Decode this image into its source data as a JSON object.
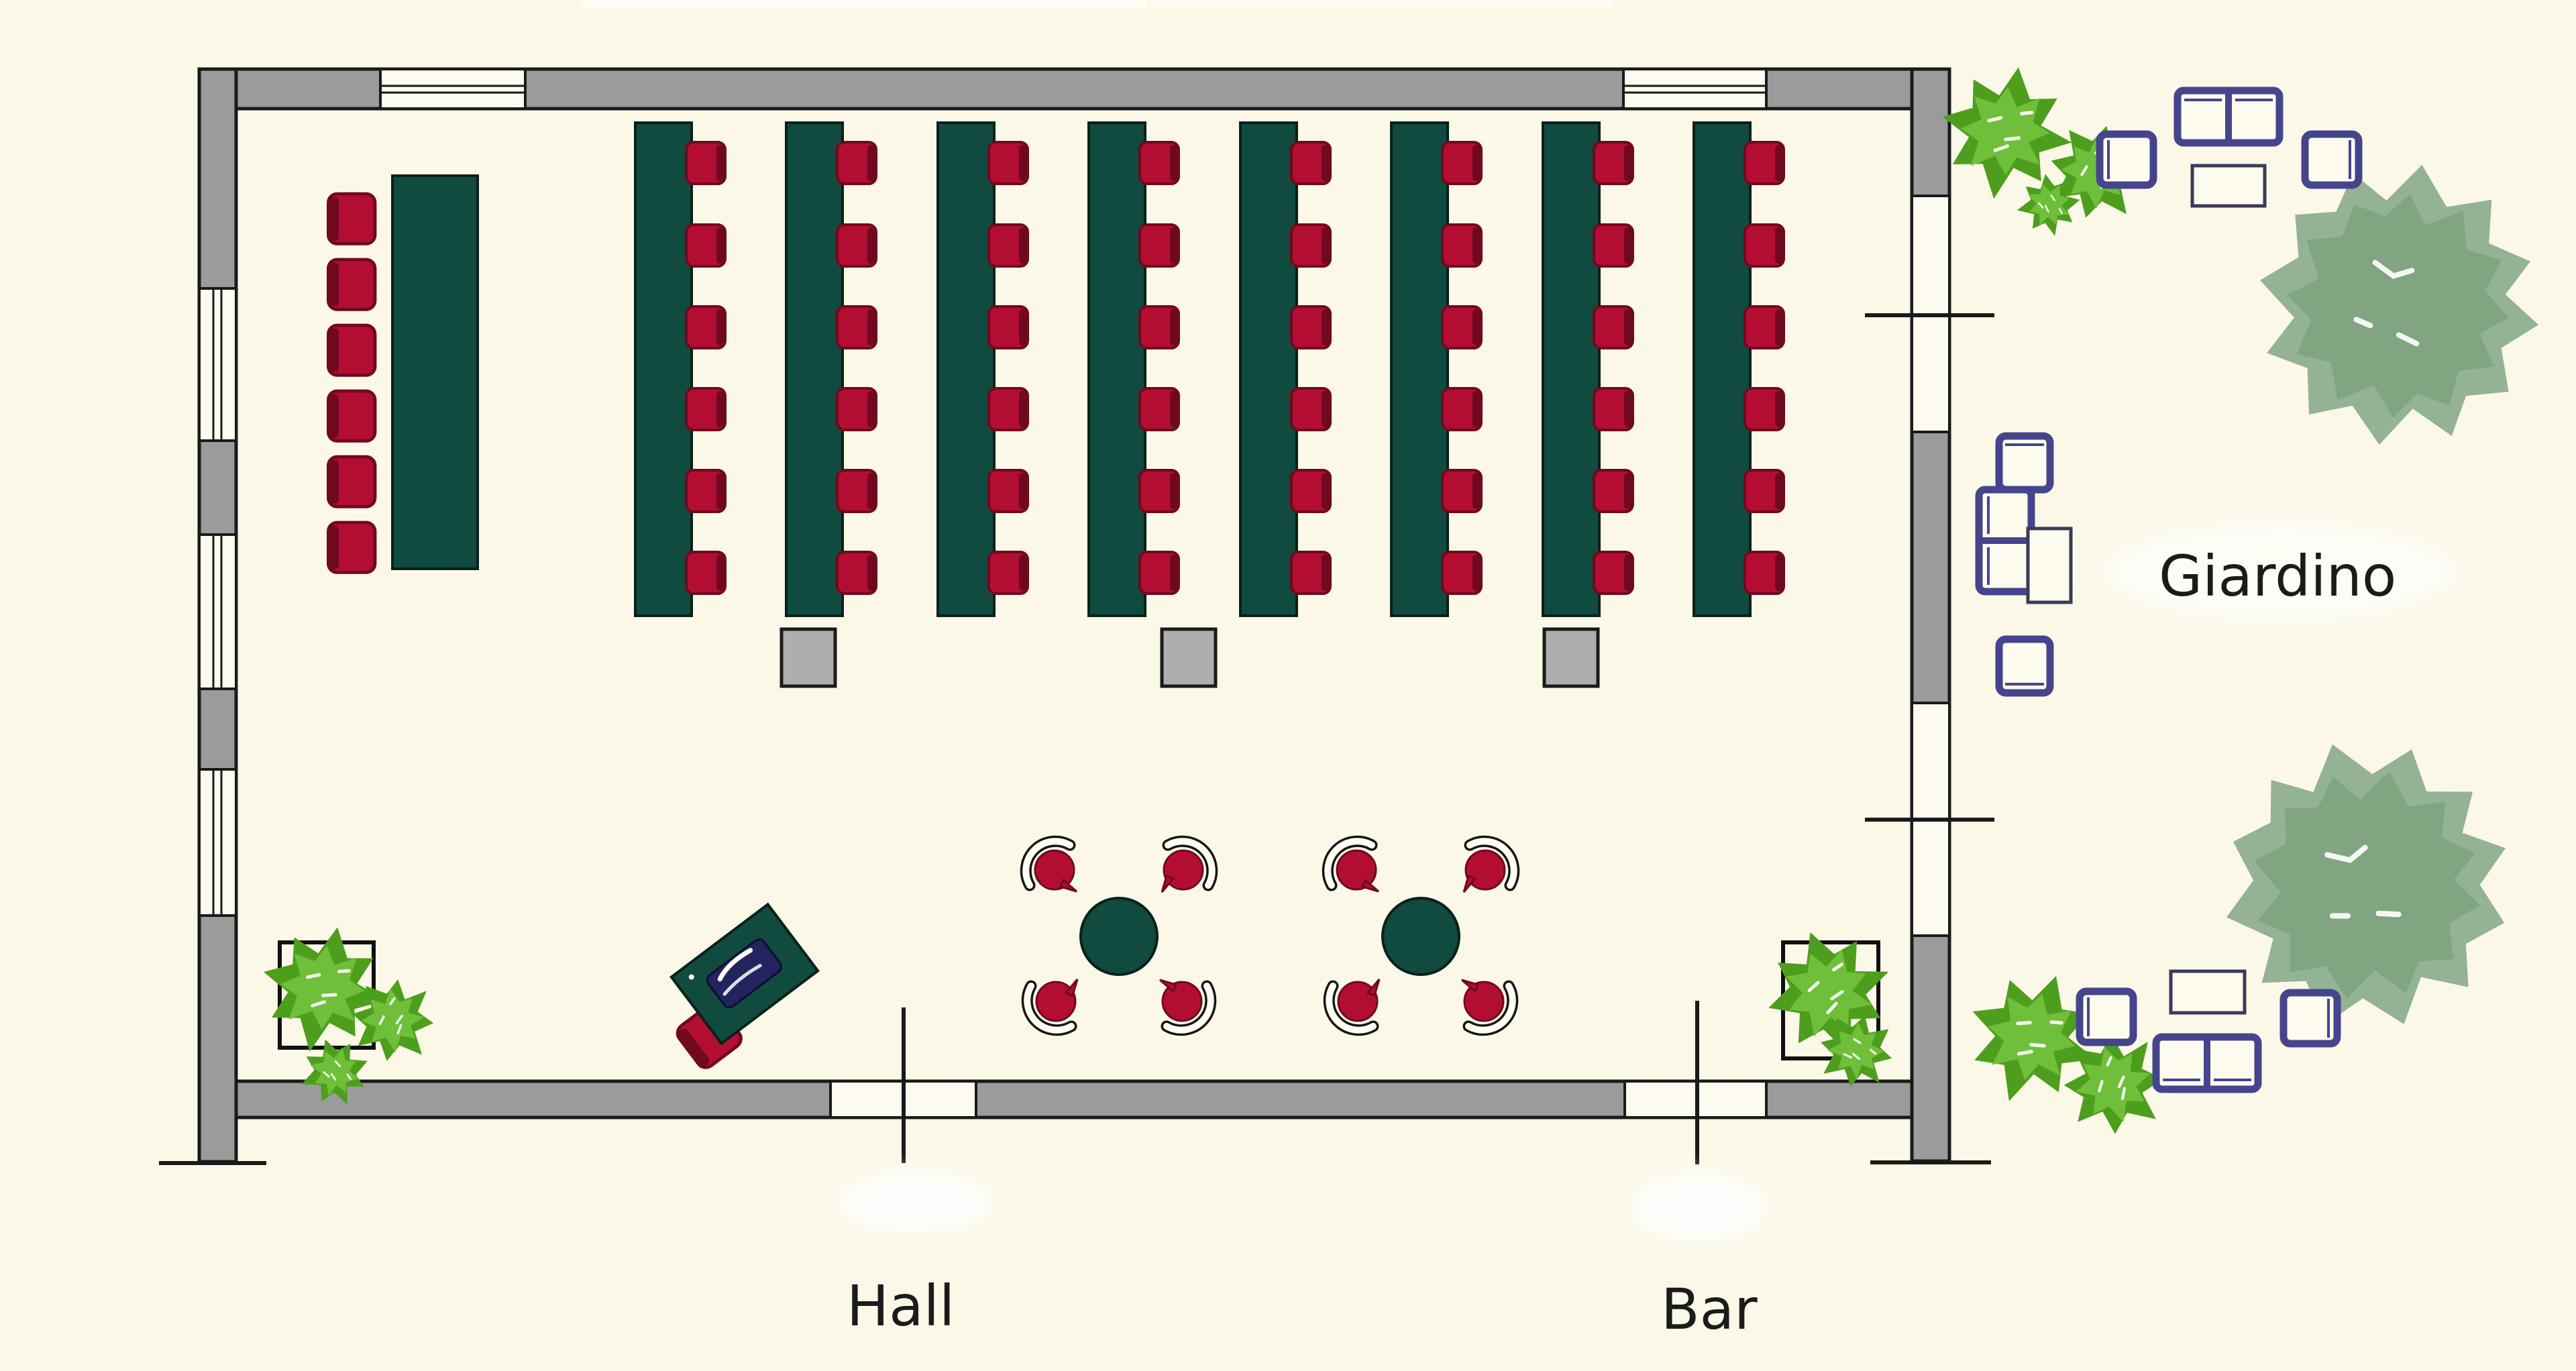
{
  "labels": {
    "giardino": "Giardino",
    "hall": "Hall",
    "bar": "Bar"
  },
  "colors": {
    "bg": "#fbf8e8",
    "wall-gray": "#9b9b9b",
    "line": "#1a1a1a",
    "table-green": "#114a3e",
    "table-edge": "#08211b",
    "chair-red": "#b30e31",
    "chair-red-dark": "#70091f",
    "equip-gray": "#aeaeae",
    "navy": "#45458c",
    "navy-thin": "#3b3b58",
    "shrub-dark": "#4e9e1e",
    "shrub-light": "#6fbf3a",
    "tree-base": "#94b294",
    "tree-dark": "#7ea17e",
    "window-white": "#fdfbf0",
    "artifact-white": "#ffffff",
    "text-color": "#1b1b1b"
  },
  "inventory": {
    "classroom_tables": 8,
    "seats_per_classroom_table": 6,
    "head_table_seats": 6,
    "round_tables": 2,
    "seats_per_round_table": 4,
    "reception_desks": 1,
    "equipment_stands": 3,
    "indoor_planters": 2,
    "outdoor_lounge_sets": 3,
    "outdoor_trees": 2,
    "windows_left_wall": 3,
    "windows_top_wall": 2,
    "glass_doors_right_wall": 2,
    "entrance_doors_bottom_wall": 2
  }
}
